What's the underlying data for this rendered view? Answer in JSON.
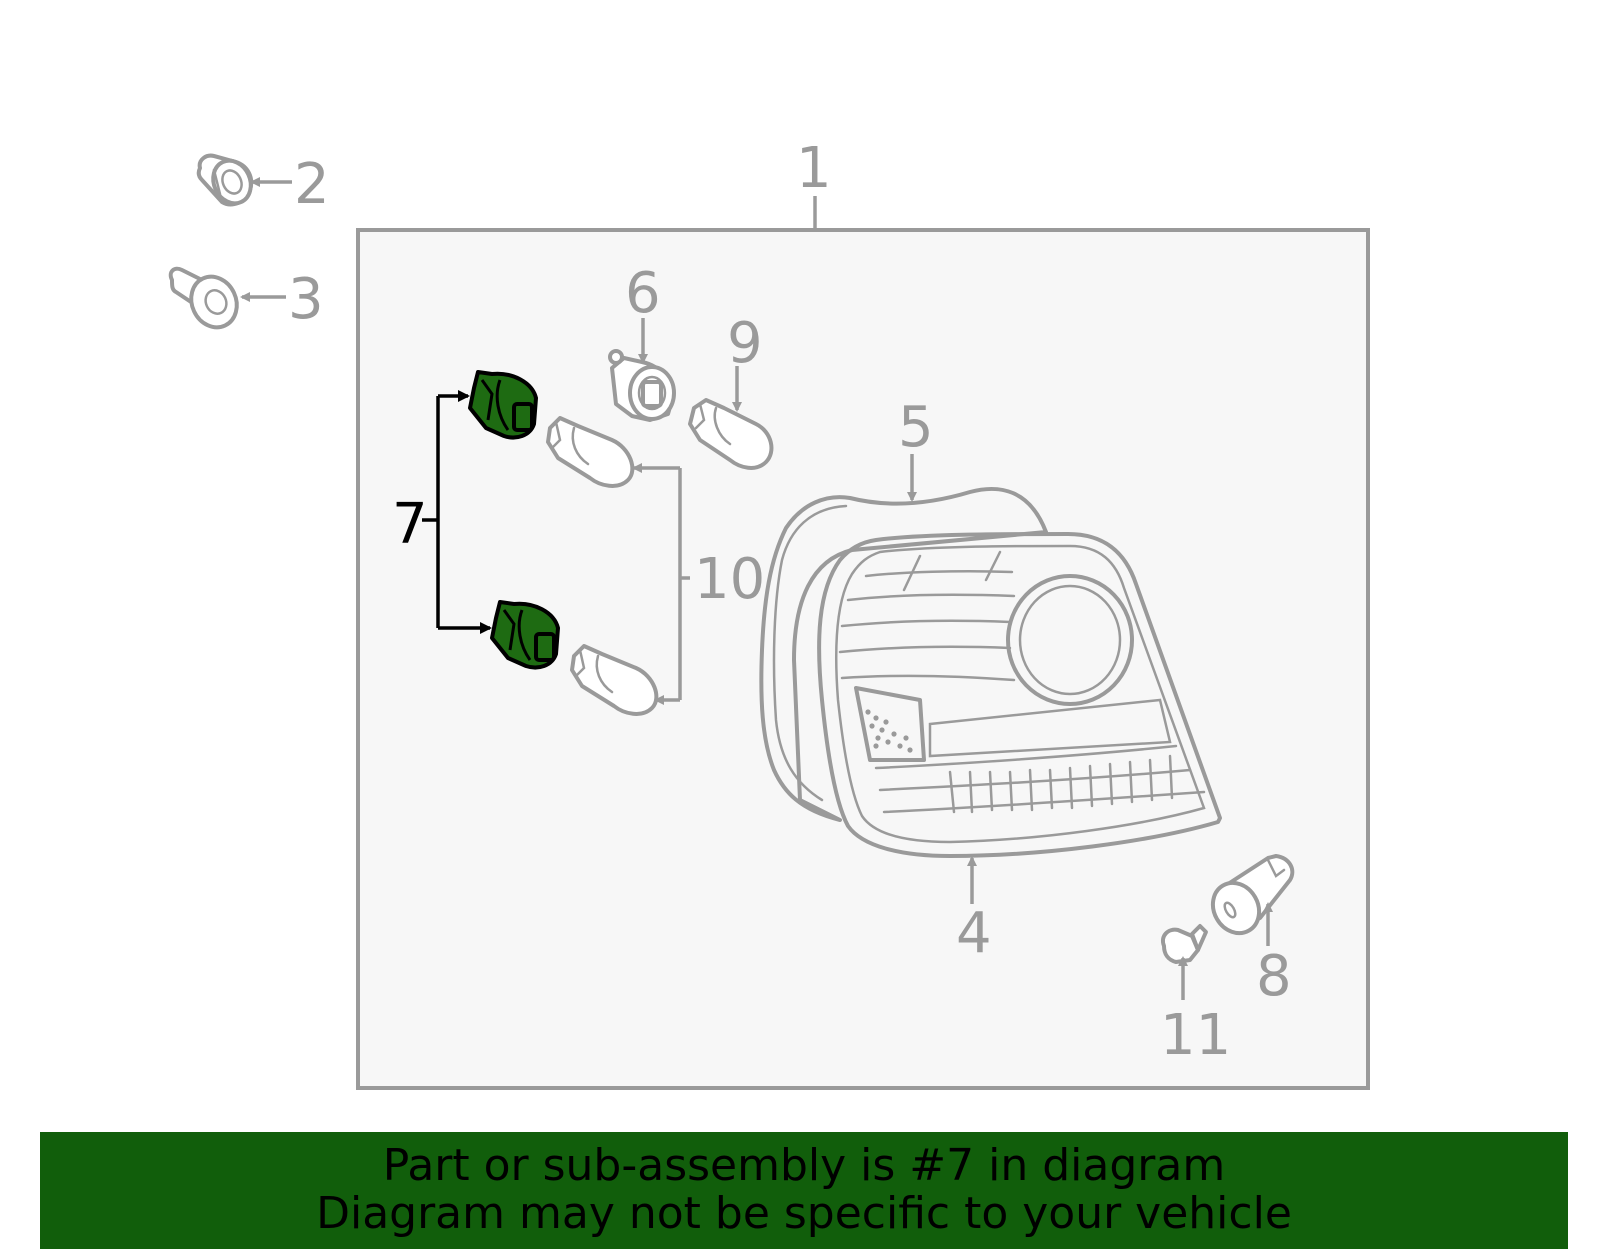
{
  "callouts": {
    "c1": "1",
    "c2": "2",
    "c3": "3",
    "c4": "4",
    "c5": "5",
    "c6": "6",
    "c7": "7",
    "c8": "8",
    "c9": "9",
    "c10": "10",
    "c11": "11"
  },
  "highlighted_part": "7",
  "banner": {
    "line1": "Part or sub-assembly is #7 in diagram",
    "line2": "Diagram may not be specific to your vehicle"
  },
  "colors": {
    "banner_bg": "#115e0b",
    "highlight_fill": "#1e6b12",
    "line_art": "#9a9a9a",
    "panel_bg": "#f7f7f7"
  },
  "icons": [
    "screw-icon",
    "bolt-icon",
    "lamp-lens-icon",
    "bulb-socket-icon",
    "bulb-icon"
  ]
}
